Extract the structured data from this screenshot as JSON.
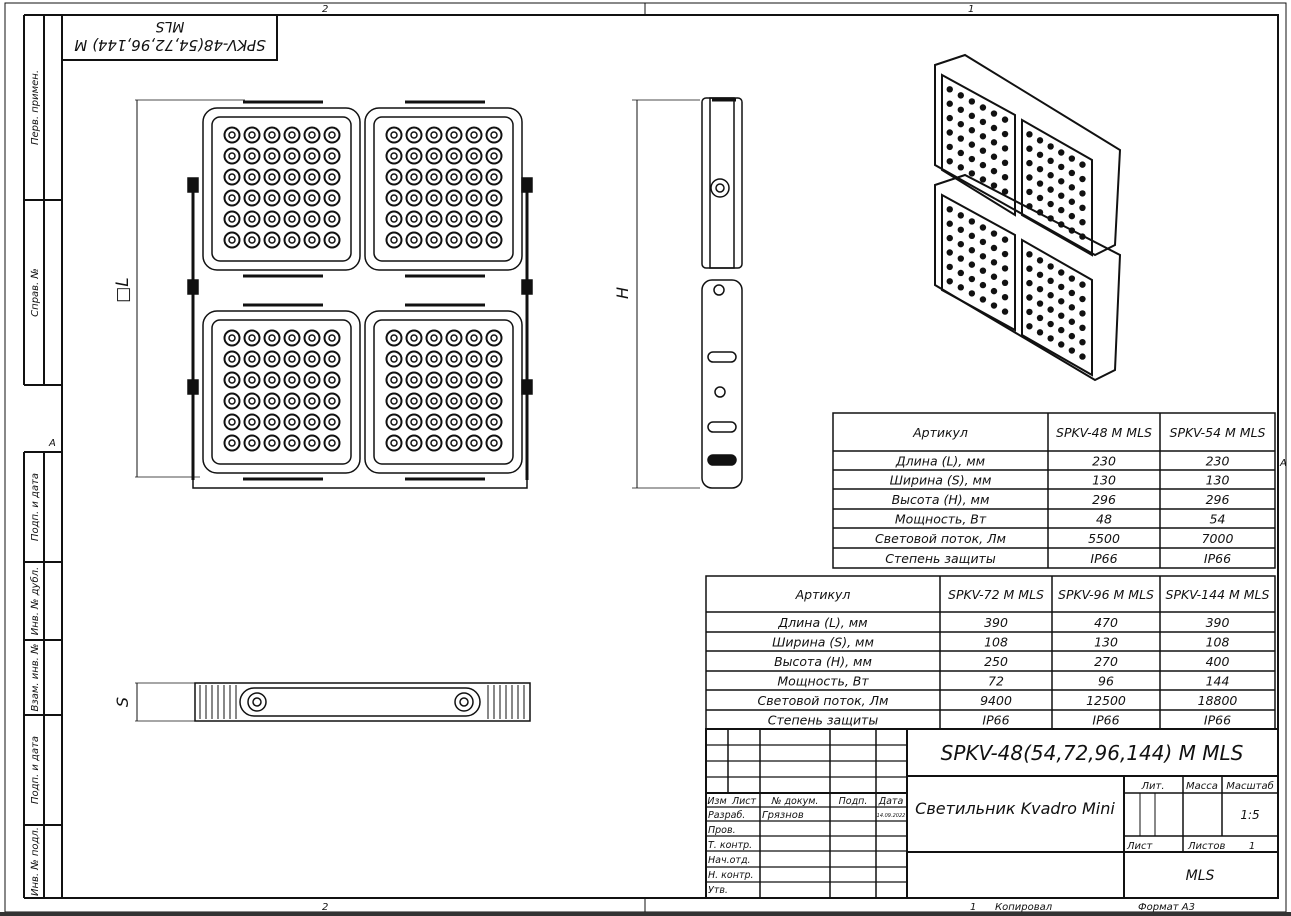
{
  "zones": {
    "top_left": "2",
    "top_right": "1",
    "bottom_left": "2",
    "bottom_right": "1",
    "row_marker": "A"
  },
  "stamp_top": {
    "line1": "SPKV-48(54,72,96,144) M",
    "line2": "MLS"
  },
  "side_strip": [
    "Перв. примен.",
    "Справ. №",
    "Подп. и дата",
    "Инв. № дубл.",
    "Взам. инв. №",
    "Подп. и дата",
    "Инв. № подл."
  ],
  "dimensions": {
    "length": "□L",
    "height": "H",
    "width": "S"
  },
  "table1": {
    "headers": [
      "Артикул",
      "SPKV-48 M MLS",
      "SPKV-54 M MLS"
    ],
    "rows": [
      [
        "Длина (L), мм",
        "230",
        "230"
      ],
      [
        "Ширина (S), мм",
        "130",
        "130"
      ],
      [
        "Высота (H), мм",
        "296",
        "296"
      ],
      [
        "Мощность, Вт",
        "48",
        "54"
      ],
      [
        "Световой поток, Лм",
        "5500",
        "7000"
      ],
      [
        "Степень защиты",
        "IP66",
        "IP66"
      ]
    ]
  },
  "table2": {
    "headers": [
      "Артикул",
      "SPKV-72 M MLS",
      "SPKV-96 M MLS",
      "SPKV-144 M MLS"
    ],
    "rows": [
      [
        "Длина (L), мм",
        "390",
        "470",
        "390"
      ],
      [
        "Ширина (S), мм",
        "108",
        "130",
        "108"
      ],
      [
        "Высота (H), мм",
        "250",
        "270",
        "400"
      ],
      [
        "Мощность, Вт",
        "72",
        "96",
        "144"
      ],
      [
        "Световой поток, Лм",
        "9400",
        "12500",
        "18800"
      ],
      [
        "Степень защиты",
        "IP66",
        "IP66",
        "IP66"
      ]
    ]
  },
  "title_block": {
    "designation": "SPKV-48(54,72,96,144) M MLS",
    "name": "Светильник Kvadro Mini",
    "col_headers": [
      "Изм",
      "Лист",
      "№ докум.",
      "Подп.",
      "Дата"
    ],
    "roles": [
      "Разраб.",
      "Пров.",
      "Т. контр.",
      "Нач.отд.",
      "Н. контр.",
      "Утв."
    ],
    "developer": "Грязнов",
    "date": "14.09.2022",
    "lit_label": "Лит.",
    "mass_label": "Масса",
    "scale_label": "Масштаб",
    "scale": "1:5",
    "sheet_label": "Лист",
    "sheets_label": "Листов",
    "sheets": "1",
    "company": "MLS",
    "copied_label": "Копировал",
    "copied_num": "1",
    "format": "Формат А3"
  }
}
